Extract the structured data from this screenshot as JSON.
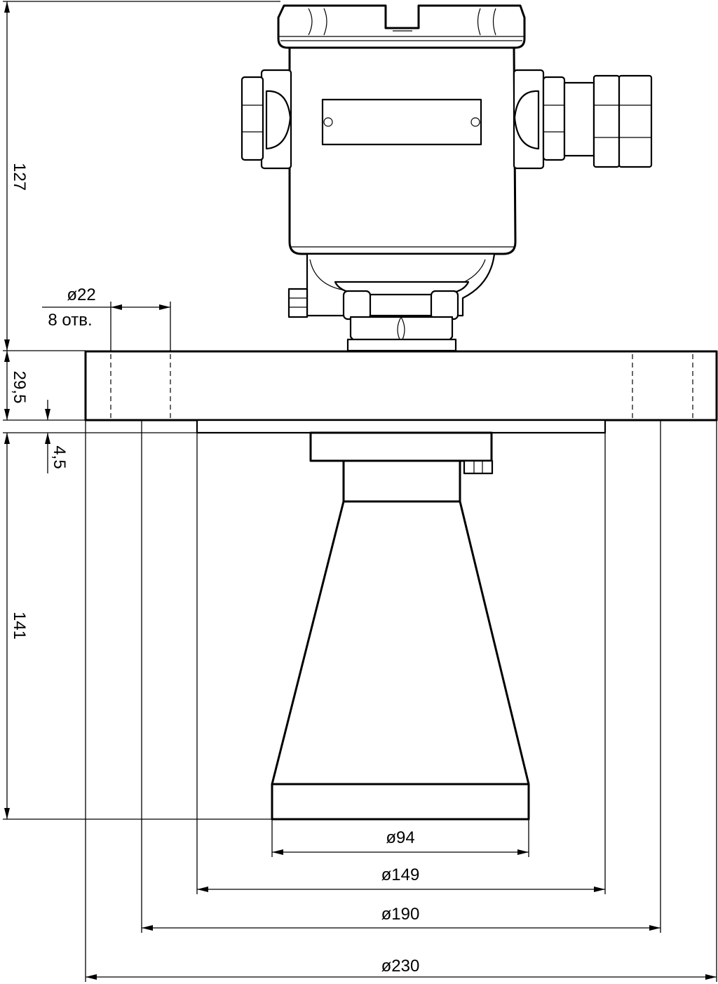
{
  "dimensions": {
    "housing_height": "127",
    "flange_thickness": "29,5",
    "gasket_thickness": "4,5",
    "horn_height": "141",
    "hole_diameter": "ø22",
    "hole_count": "8 отв.",
    "horn_diameter": "ø94",
    "raised_face_diameter": "ø149",
    "bolt_circle_diameter": "ø190",
    "flange_diameter": "ø230"
  }
}
